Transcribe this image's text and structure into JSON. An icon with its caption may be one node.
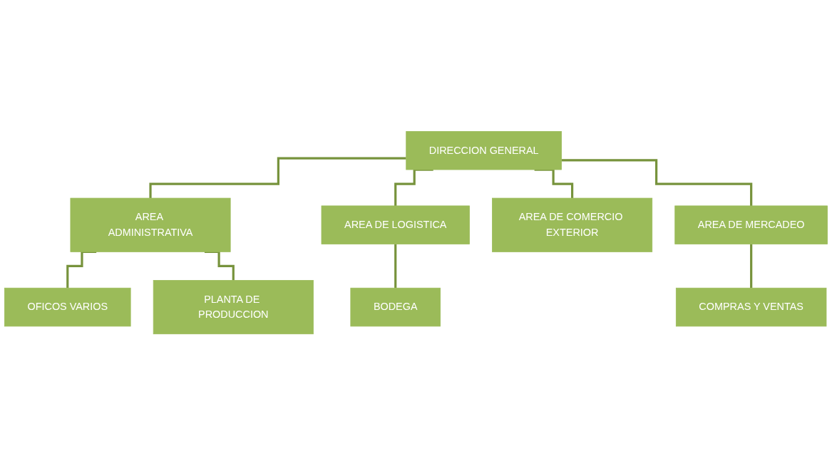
{
  "diagram": {
    "nodes": [
      {
        "text": [
          "DIRECCION GENERAL"
        ]
      },
      {
        "text": [
          "AREA ADMINISTRATIVA"
        ]
      },
      {
        "text": [
          "AREA DE LOGISTICA"
        ]
      },
      {
        "text": [
          "AREA DE COMERCIO EXTERIOR"
        ]
      },
      {
        "text": [
          "AREA DE MERCADEO"
        ]
      },
      {
        "text": [
          "OFICOS VARIOS"
        ]
      },
      {
        "text": [
          "PLANTA DE PRODUCCION"
        ]
      },
      {
        "text": [
          "BODEGA"
        ]
      },
      {
        "text": [
          "COMPRAS Y VENTAS"
        ]
      }
    ],
    "edges": [
      {
        "from": 0,
        "to": 1,
        "arrow": "none"
      },
      {
        "from": 0,
        "to": 2,
        "arrow": "none"
      },
      {
        "from": 0,
        "to": 3,
        "arrow": "none"
      },
      {
        "from": 0,
        "to": 4,
        "arrow": "none"
      },
      {
        "from": 1,
        "to": 5,
        "arrow": "none"
      },
      {
        "from": 1,
        "to": 6,
        "arrow": "none"
      },
      {
        "from": 2,
        "to": 7,
        "arrow": "none"
      },
      {
        "from": 4,
        "to": 8,
        "arrow": "none"
      }
    ]
  }
}
